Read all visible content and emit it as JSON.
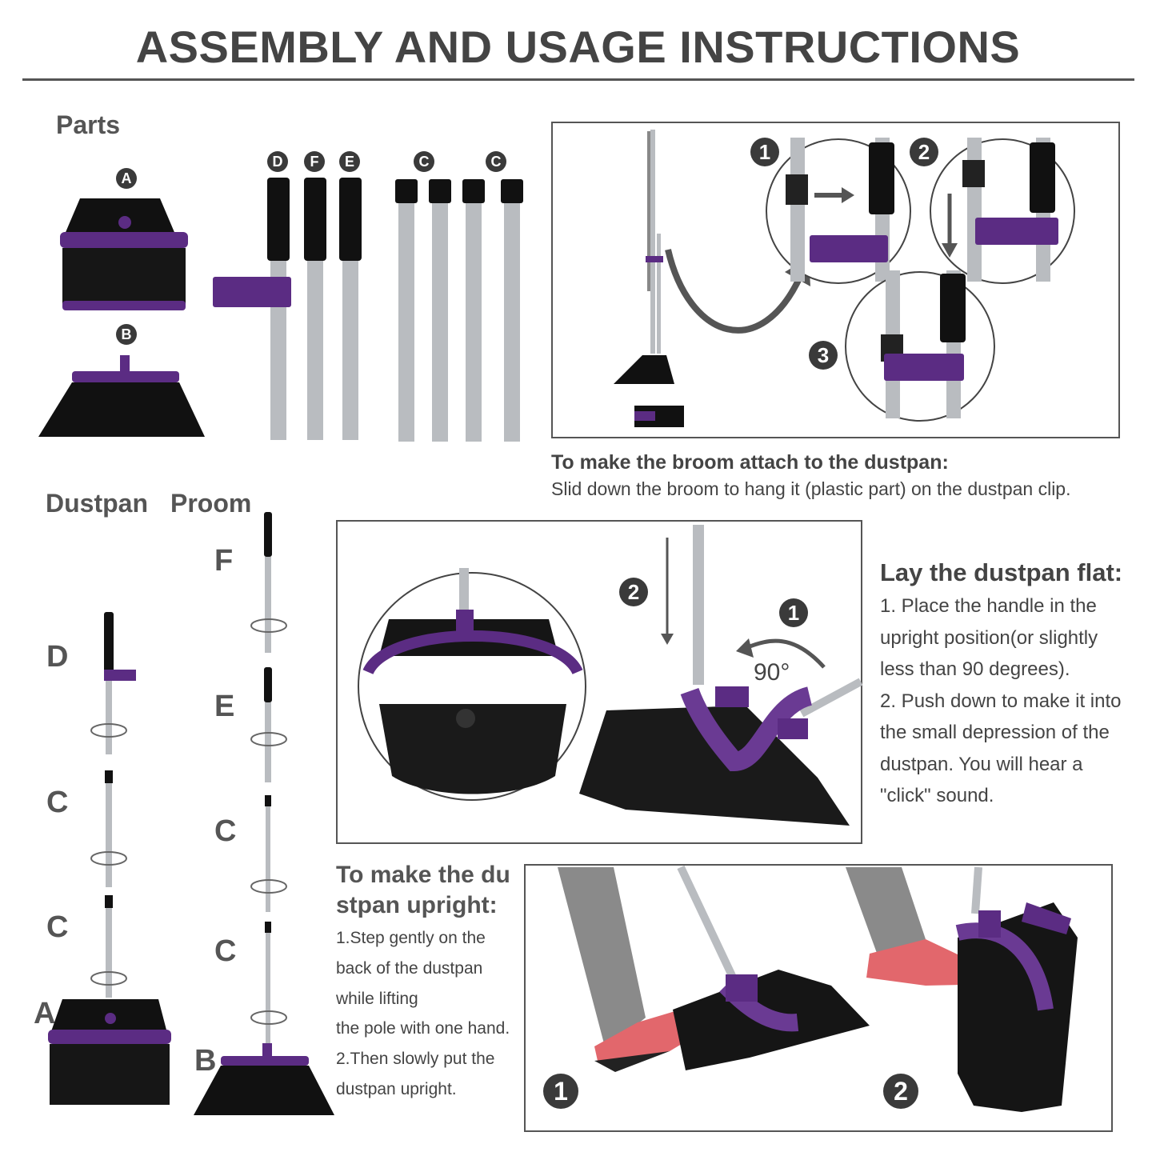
{
  "title": "ASSEMBLY AND USAGE INSTRUCTIONS",
  "parts": {
    "heading": "Parts",
    "badges": [
      "A",
      "B",
      "D",
      "F",
      "E",
      "C",
      "C"
    ]
  },
  "assembly": {
    "dustpan_label": "Dustpan",
    "broom_label": "Proom",
    "dustpan_letters": [
      "D",
      "C",
      "C",
      "A"
    ],
    "broom_letters": [
      "F",
      "E",
      "C",
      "C",
      "B"
    ]
  },
  "attach": {
    "steps": [
      "1",
      "2",
      "3"
    ],
    "heading": "To make the broom attach to the dustpan:",
    "body": "Slid down the broom to hang it (plastic part) on the dustpan clip."
  },
  "flat": {
    "step1": "1",
    "step2": "2",
    "angle": "90°",
    "heading": "Lay the dustpan flat:",
    "lines": [
      "1. Place the handle in the",
      "upright position(or slightly",
      "less than 90 degrees).",
      "2. Push down to make it into",
      "the small depression of the",
      "dustpan. You will hear a",
      "\"click\" sound."
    ]
  },
  "upright": {
    "heading_line1": "To make the du",
    "heading_line2": "stpan upright:",
    "lines": [
      "1.Step gently on the",
      "back of the dustpan",
      "while lifting",
      "the pole with one hand.",
      "2.Then slowly put the",
      "dustpan upright."
    ],
    "step1": "1",
    "step2": "2"
  },
  "colors": {
    "purple": "#5b2c83",
    "black": "#111111",
    "steel": "#b9bcc0",
    "text": "#444444"
  }
}
